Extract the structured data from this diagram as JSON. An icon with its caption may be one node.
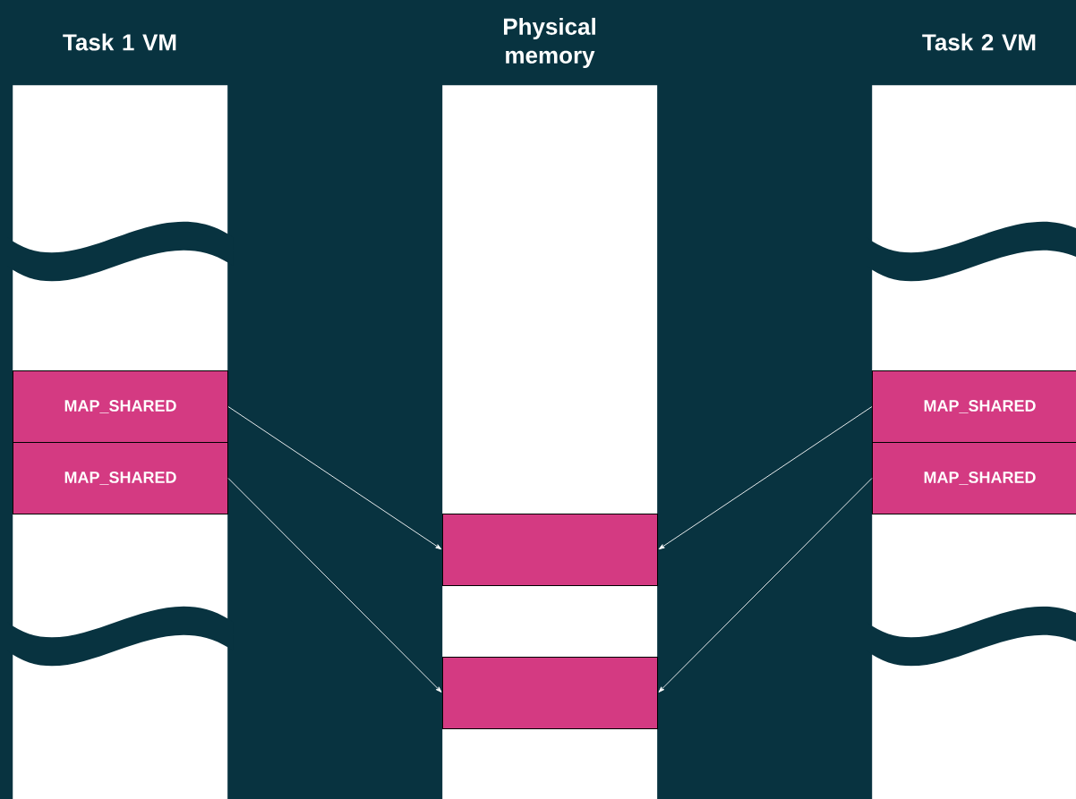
{
  "diagram": {
    "nodes": [
      {
        "text": [
          "Task 1 VM"
        ]
      },
      {
        "text": [
          "MAP_SHARED"
        ],
        "in": 0
      },
      {
        "text": [
          "MAP_SHARED"
        ],
        "in": 0
      },
      {
        "text": [
          "Physical memory"
        ]
      },
      {
        "text": [],
        "shape": "box",
        "in": 3
      },
      {
        "text": [],
        "shape": "box",
        "in": 3
      },
      {
        "text": [
          "Task 2 VM"
        ]
      },
      {
        "text": [
          "MAP_SHARED"
        ],
        "in": 6
      },
      {
        "text": [
          "MAP_SHARED"
        ],
        "in": 6
      }
    ],
    "edges": [
      {
        "from": 1,
        "to": 4,
        "arrow": "to"
      },
      {
        "from": 2,
        "to": 5,
        "arrow": "to"
      },
      {
        "from": 7,
        "to": 4,
        "arrow": "to"
      },
      {
        "from": 8,
        "to": 5,
        "arrow": "to"
      }
    ]
  }
}
